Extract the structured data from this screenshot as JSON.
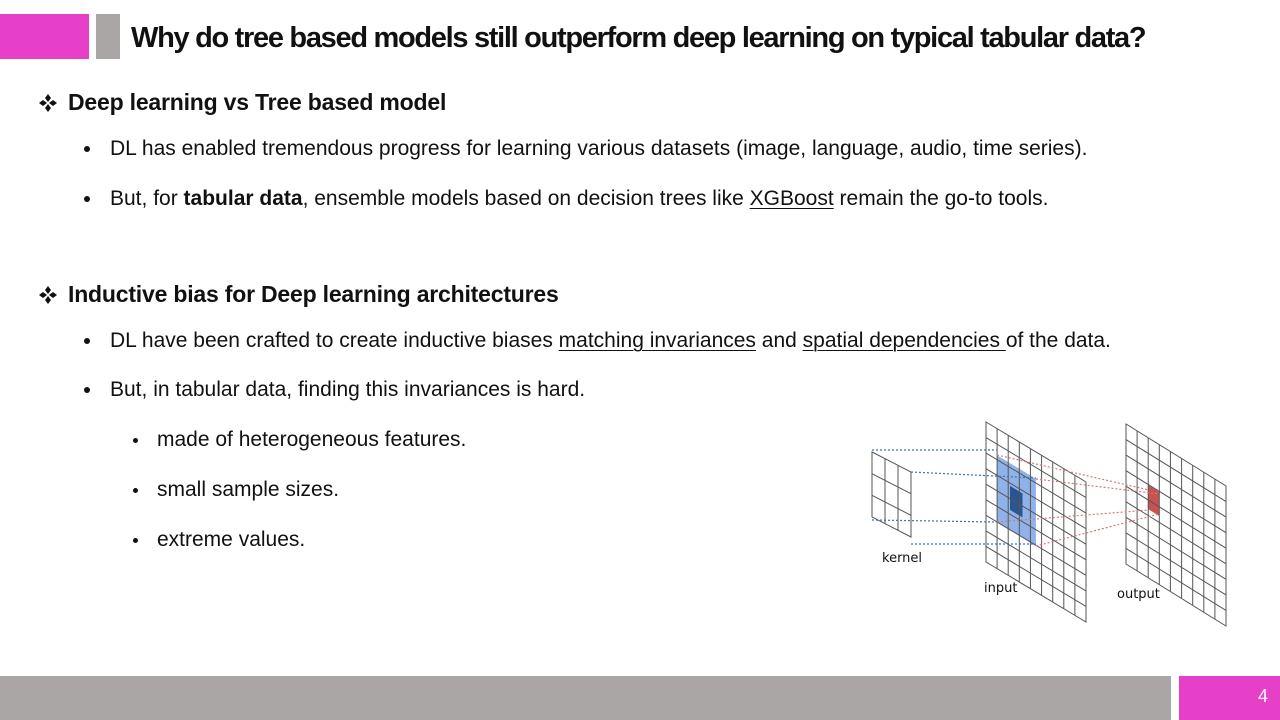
{
  "title": "Why do tree based models still outperform deep learning on typical tabular data?",
  "sections": [
    {
      "heading": "Deep learning vs Tree based model",
      "bullets": [
        "DL has enabled tremendous progress for learning various datasets (image, language, audio, time series).",
        {
          "pre": "But, for ",
          "bold": "tabular data",
          "mid": ", ensemble models based on decision trees like ",
          "link": "XGBoost",
          "post": " remain the go-to tools."
        }
      ]
    },
    {
      "heading": "Inductive bias for Deep learning architectures",
      "bullets": [
        {
          "pre": "DL have been crafted to create inductive biases ",
          "u1": "matching invariances",
          "mid": " and ",
          "u2": "spatial dependencies ",
          "post": "of the data."
        },
        "But, in tabular data, finding this invariances is hard."
      ],
      "sub_bullets": [
        "made of heterogeneous features.",
        "small sample sizes.",
        "extreme values."
      ]
    }
  ],
  "diagram": {
    "labels": {
      "kernel": "kernel",
      "input": "input",
      "output": "output"
    }
  },
  "page_number": "4",
  "colors": {
    "accent": "#e540c7",
    "gray": "#aaa6a6",
    "kernel_region": "#8fb3e8",
    "kernel_center": "#2b5591",
    "output_cell": "#c8524f",
    "projection_blue": "#3e6fb3",
    "projection_red": "#d4787c"
  }
}
